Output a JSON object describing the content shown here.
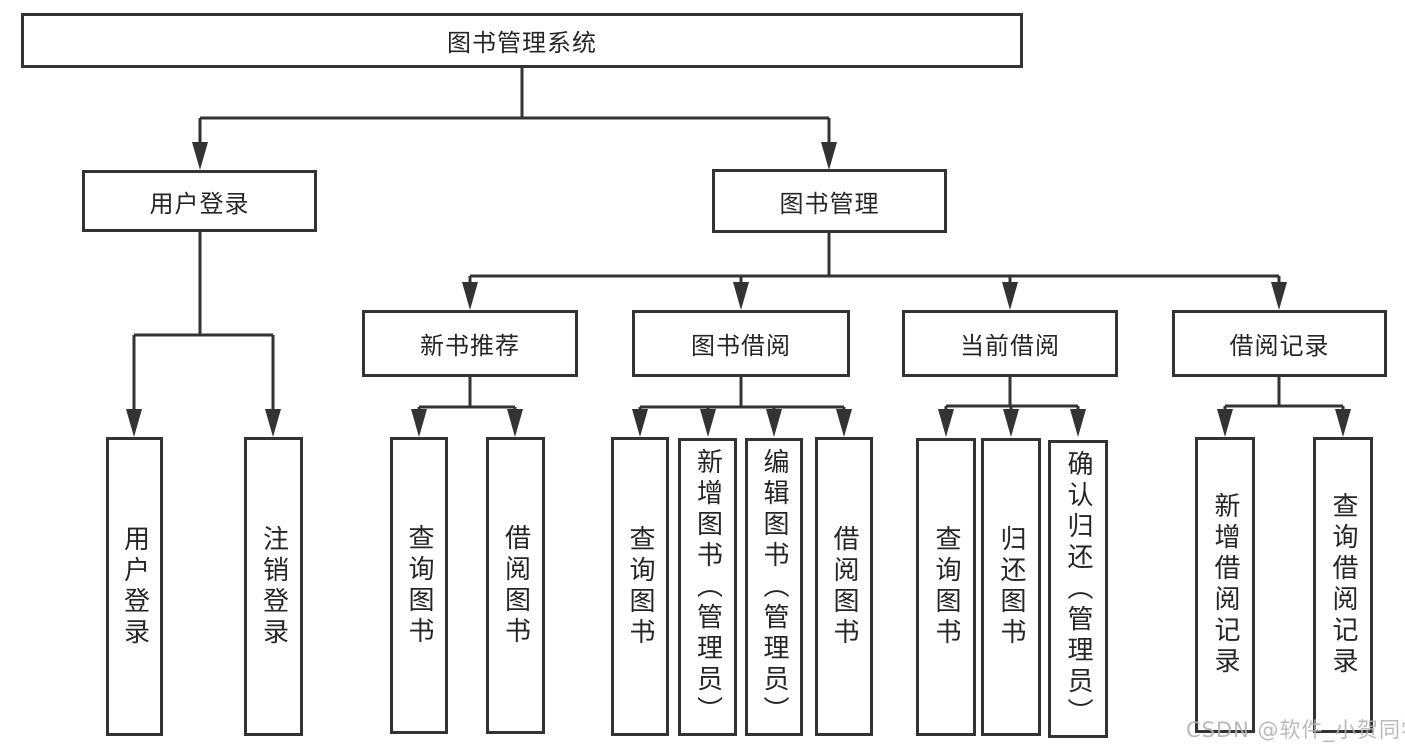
{
  "colors": {
    "line": "#333333",
    "box_border": "#333333",
    "text": "#262626",
    "watermark": "#b3b3b3",
    "background": "#ffffff"
  },
  "watermark": {
    "text": "CSDN @软件_小贺同学"
  },
  "diagram": {
    "root": {
      "label": "图书管理系统"
    },
    "branches": [
      {
        "label": "用户登录",
        "children": [
          {
            "label": "用户登录"
          },
          {
            "label": "注销登录"
          }
        ]
      },
      {
        "label": "图书管理",
        "children": [
          {
            "label": "新书推荐",
            "children": [
              {
                "label": "查询图书"
              },
              {
                "label": "借阅图书"
              }
            ]
          },
          {
            "label": "图书借阅",
            "children": [
              {
                "label": "查询图书"
              },
              {
                "label": "新增图书（管理员）"
              },
              {
                "label": "编辑图书（管理员）"
              },
              {
                "label": "借阅图书"
              }
            ]
          },
          {
            "label": "当前借阅",
            "children": [
              {
                "label": "查询图书"
              },
              {
                "label": "归还图书"
              },
              {
                "label": "确认归还（管理员）"
              }
            ]
          },
          {
            "label": "借阅记录",
            "children": [
              {
                "label": "新增借阅记录"
              },
              {
                "label": "查询借阅记录"
              }
            ]
          }
        ]
      }
    ]
  }
}
